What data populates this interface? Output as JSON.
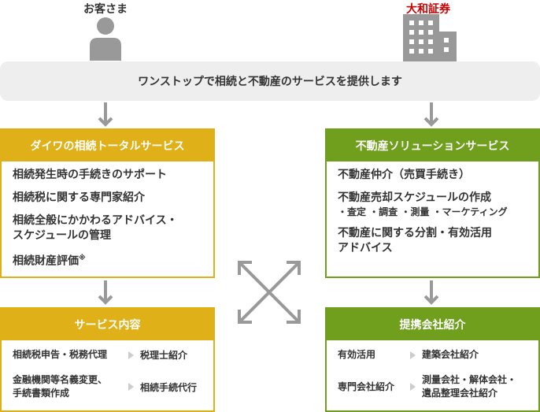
{
  "actors": {
    "customer": "お客さま",
    "daiwa": "大和証券"
  },
  "banner": "ワンストップで相続と不動産のサービスを提供します",
  "inheritance_box": {
    "title": "ダイワの相続トータルサービス",
    "items": [
      "相続発生時の手続きのサポート",
      "相続税に関する専門家紹介",
      "相続全般にかかわるアドバイス・",
      "スケジュールの管理",
      "相続財産評価"
    ],
    "note_mark": "※"
  },
  "realestate_box": {
    "title": "不動産ソリューションサービス",
    "items": [
      "不動産仲介（売買手続き）",
      "不動産売却スケジュールの作成",
      "・査定 ・調査 ・測量 ・マーケティング",
      "不動産に関する分割・有効活用",
      "アドバイス"
    ]
  },
  "service_box": {
    "title": "サービス内容",
    "rows": [
      {
        "left": [
          "相続税申告・税務代理"
        ],
        "right": "税理士紹介"
      },
      {
        "left": [
          "金融機関等名義変更、",
          "手続書類作成"
        ],
        "right": "相続手続代行"
      }
    ]
  },
  "partner_box": {
    "title": "提携会社紹介",
    "rows": [
      {
        "left": [
          "有効活用"
        ],
        "right": [
          "建築会社紹介"
        ]
      },
      {
        "left": [
          "専門会社紹介"
        ],
        "right": [
          "測量会社・解体会社・",
          "遺品整理会社紹介"
        ]
      }
    ]
  },
  "colors": {
    "gold": "#e0b018",
    "green": "#6f9f1c",
    "daiwa_red": "#cc0000",
    "icon_gray": "#999999",
    "arrow_gray": "#999999"
  }
}
